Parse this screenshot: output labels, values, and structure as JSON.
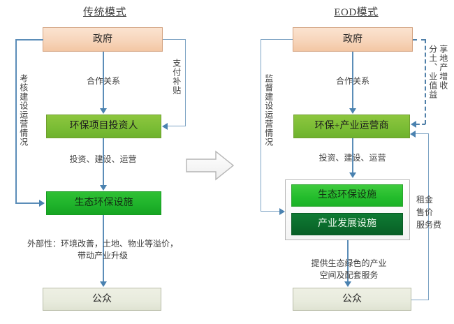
{
  "diagram": {
    "title_left": "传统模式",
    "title_right": "EOD模式"
  },
  "left_panel": {
    "nodes": {
      "government": "政府",
      "investor": "环保项目投资人",
      "eco_facility": "生态环保设施",
      "public": "公众"
    },
    "edge_labels": {
      "gov_to_investor": "合作关系",
      "pay_subsidy": "支付补贴",
      "assess_build_operate": "考核建设运营情况",
      "invest_build_operate": "投资、建设、运营",
      "externality_line1": "外部性：环境改善，土地、物业等溢价，",
      "externality_line2": "带动产业升级"
    }
  },
  "right_panel": {
    "nodes": {
      "government": "政府",
      "operator": "环保+产业运营商",
      "eco_facility": "生态环保设施",
      "industry_facility": "产业发展设施",
      "public": "公众"
    },
    "edge_labels": {
      "gov_to_operator": "合作关系",
      "share_value_col1": "分土、业值益",
      "share_value_col2": "享地产增收",
      "share_value_full": "分享土地、产业增值收益",
      "supervise_build_operate": "监督建设运营情况",
      "invest_build_operate": "投资、建设、运营",
      "provide_line1": "提供生态绿色的产业",
      "provide_line2": "空间及配套服务",
      "revenue_line1": "租金",
      "revenue_line2": "售价",
      "revenue_line3": "服务费"
    }
  },
  "transition": {
    "icon": "right-block-arrow"
  },
  "colors": {
    "government": "#f7d5bb",
    "investor_green": "#79bc34",
    "eco_green": "#1fb32b",
    "industry_green": "#0b6c2c",
    "public_gray": "#e8ebdd",
    "connector_blue": "#5b8db8"
  }
}
